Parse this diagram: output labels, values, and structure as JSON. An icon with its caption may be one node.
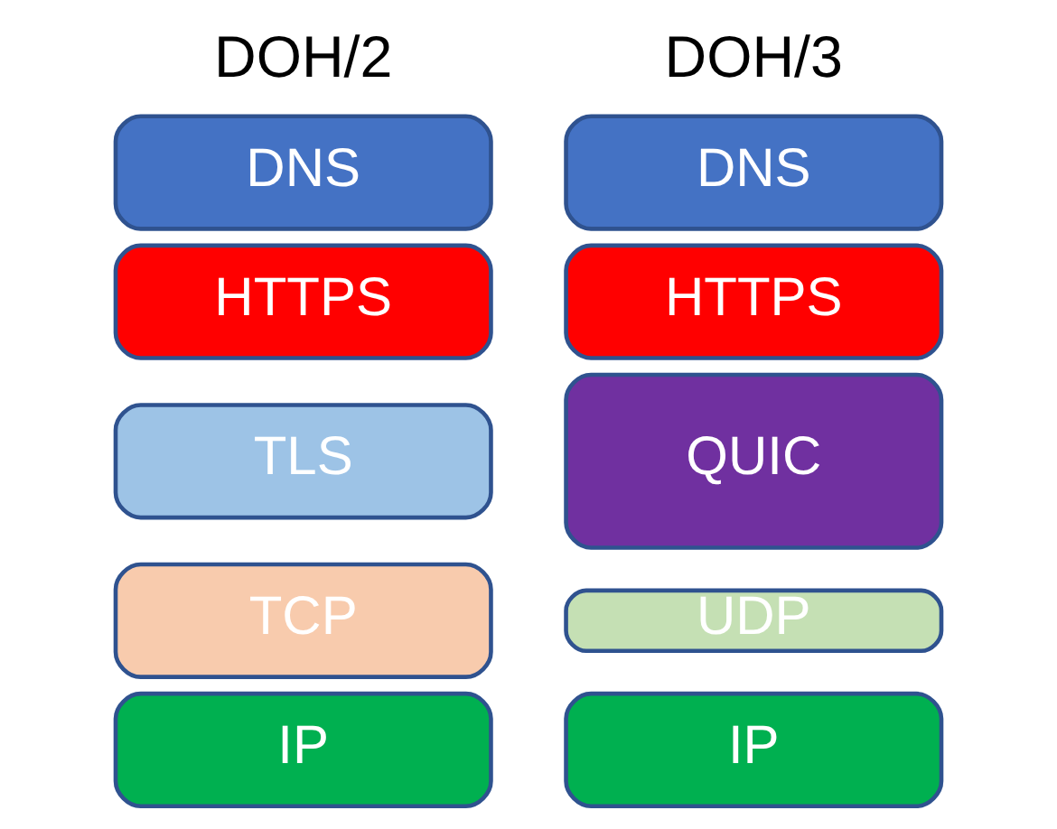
{
  "diagram": {
    "nodes": [
      {
        "text": [
          "DNS"
        ]
      },
      {
        "text": [
          "HTTPS"
        ]
      },
      {
        "text": [
          "TLS"
        ]
      },
      {
        "text": [
          "TCP"
        ]
      },
      {
        "text": [
          "IP"
        ]
      },
      {
        "text": [
          "DNS"
        ]
      },
      {
        "text": [
          "HTTPS"
        ]
      },
      {
        "text": [
          "QUIC"
        ]
      },
      {
        "text": [
          "UDP"
        ]
      },
      {
        "text": [
          "IP"
        ]
      }
    ],
    "edges": [],
    "labels": [
      "DOH/2",
      "DOH/3"
    ]
  }
}
